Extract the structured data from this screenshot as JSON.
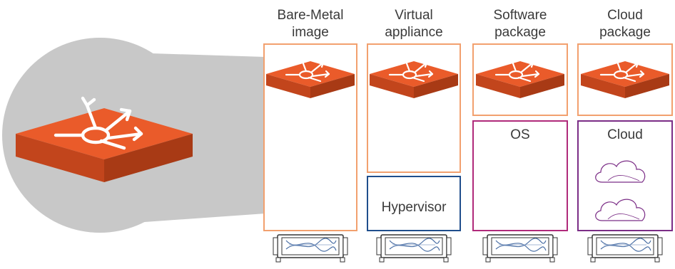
{
  "deployment_options": [
    {
      "title_line1": "Bare-Metal",
      "title_line2": "image",
      "layer_label": ""
    },
    {
      "title_line1": "Virtual",
      "title_line2": "appliance",
      "layer_label": "Hypervisor"
    },
    {
      "title_line1": "Software",
      "title_line2": "package",
      "layer_label": "OS"
    },
    {
      "title_line1": "Cloud",
      "title_line2": "package",
      "layer_label": "Cloud"
    }
  ],
  "colors": {
    "router_top": "#ea5b2a",
    "router_front": "#c2451c",
    "router_side": "#a83a15",
    "bare_metal_border": "#f2a06e",
    "hypervisor_border": "#1f4e8c",
    "os_border": "#b02a7a",
    "cloud_border": "#7b2d86",
    "magnify_circle": "#c8c8c8",
    "server_line": "#333333"
  },
  "icons": [
    "router-icon",
    "server-rack-icon",
    "cloud-icon"
  ]
}
